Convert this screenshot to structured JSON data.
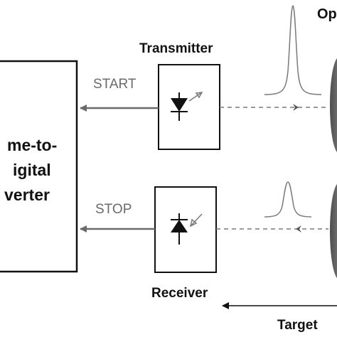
{
  "tdc": {
    "lines": [
      "me-to-",
      "igital",
      "verter"
    ]
  },
  "transmitter": {
    "label": "Transmitter"
  },
  "receiver": {
    "label": "Receiver"
  },
  "signals": {
    "start": "START",
    "stop": "STOP"
  },
  "optics": {
    "label": "Op"
  },
  "target": {
    "label": "Target"
  },
  "icons": {
    "laser_diode": "laser-diode-icon",
    "photodiode": "photodiode-icon",
    "pulse": "gaussian-pulse-icon"
  },
  "colors": {
    "line": "#111111",
    "arrow_gray": "#6a6a6a",
    "dashed": "#7a7a7a",
    "lens": "#6e6e6e",
    "chevron": "#555555"
  }
}
